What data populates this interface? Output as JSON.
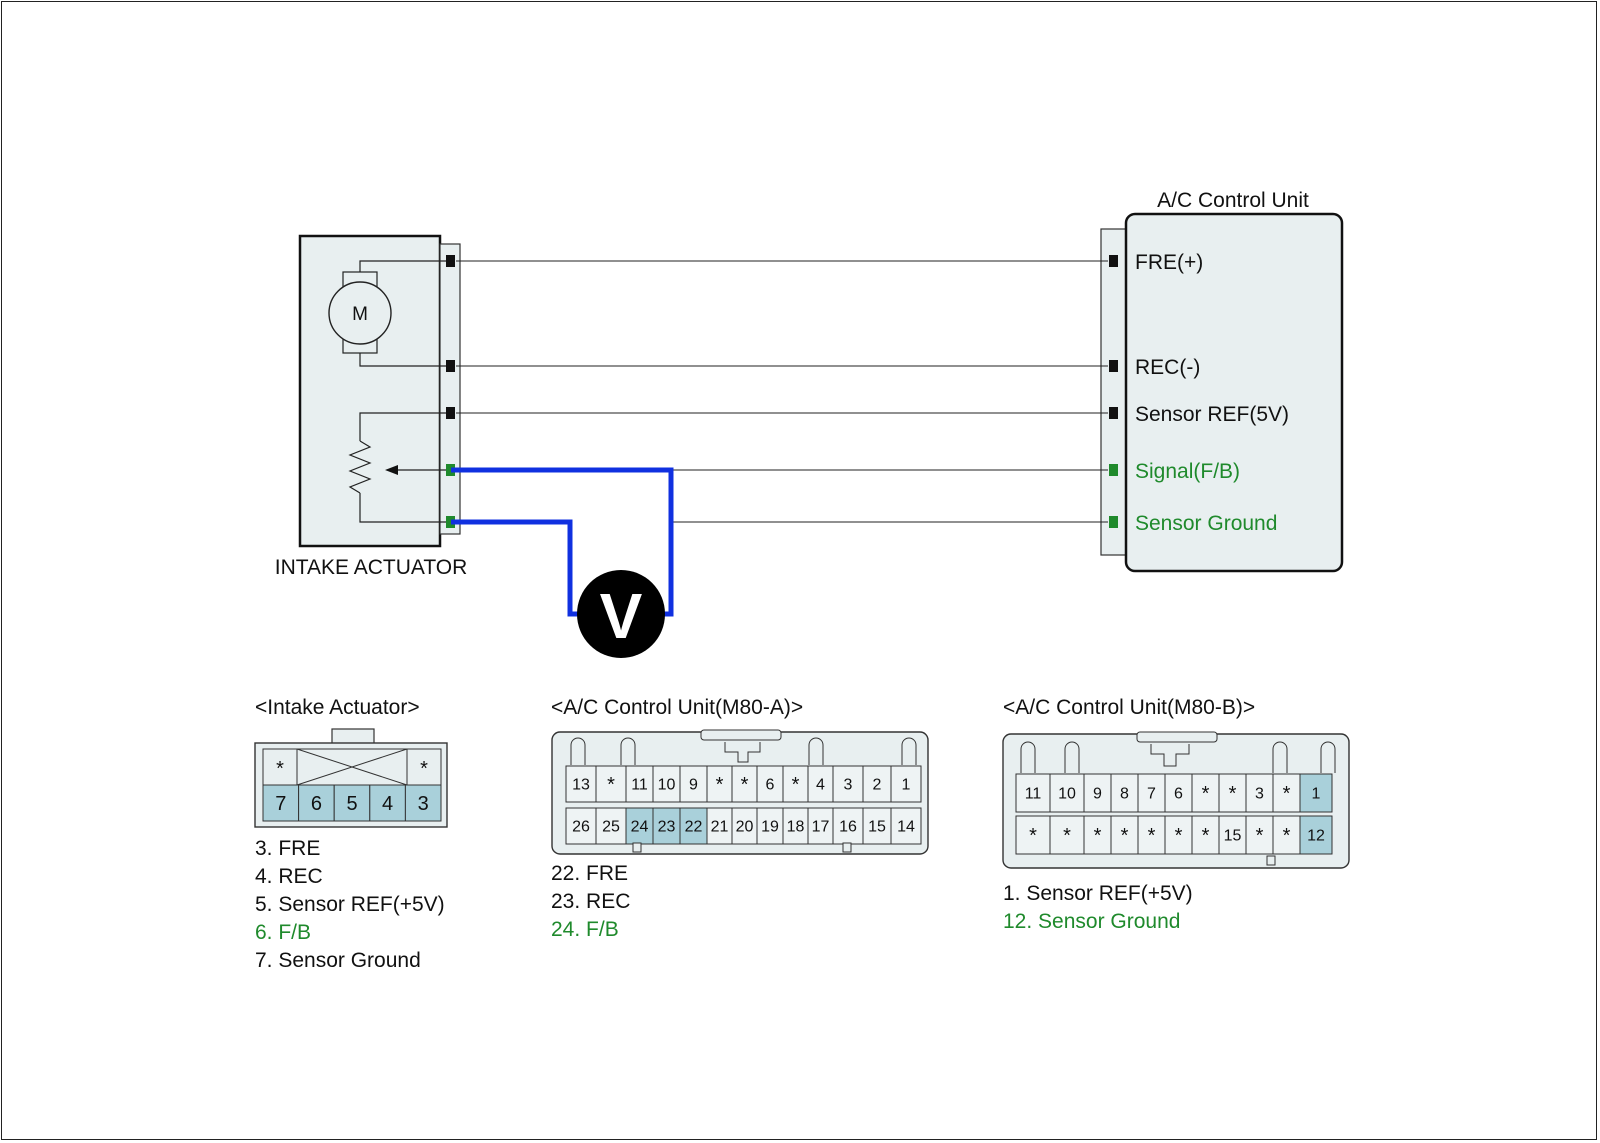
{
  "diagram": {
    "acu_title": "A/C Control Unit",
    "actuator_label": "INTAKE ACTUATOR",
    "motor_symbol": "M",
    "meter_symbol": "V",
    "acu_pins": [
      {
        "label": "FRE(+)",
        "highlight": false
      },
      {
        "label": "REC(-)",
        "highlight": false
      },
      {
        "label": "Sensor REF(5V)",
        "highlight": false
      },
      {
        "label": "Signal(F/B)",
        "highlight": true
      },
      {
        "label": "Sensor Ground",
        "highlight": true
      }
    ]
  },
  "connectors": {
    "intake": {
      "title": "<Intake Actuator>",
      "top_row": [
        "*",
        "*"
      ],
      "bottom_row": [
        "7",
        "6",
        "5",
        "4",
        "3"
      ],
      "legend": [
        {
          "text": "3. FRE",
          "highlight": false
        },
        {
          "text": "4. REC",
          "highlight": false
        },
        {
          "text": "5. Sensor REF(+5V)",
          "highlight": false
        },
        {
          "text": "6. F/B",
          "highlight": true
        },
        {
          "text": "7. Sensor Ground",
          "highlight": false
        }
      ]
    },
    "acu_a": {
      "title": "<A/C Control Unit(M80-A)>",
      "top_row": [
        "13",
        "*",
        "11",
        "10",
        "9",
        "*",
        "*",
        "6",
        "*",
        "4",
        "3",
        "2",
        "1"
      ],
      "bottom_row": [
        "26",
        "25",
        "24",
        "23",
        "22",
        "21",
        "20",
        "19",
        "18",
        "17",
        "16",
        "15",
        "14"
      ],
      "highlighted": [
        "24",
        "23",
        "22"
      ],
      "legend": [
        {
          "text": "22. FRE",
          "highlight": false
        },
        {
          "text": "23. REC",
          "highlight": false
        },
        {
          "text": "24. F/B",
          "highlight": true
        }
      ]
    },
    "acu_b": {
      "title": "<A/C Control Unit(M80-B)>",
      "top_row": [
        "11",
        "10",
        "9",
        "8",
        "7",
        "6",
        "*",
        "*",
        "3",
        "*",
        "1"
      ],
      "bottom_row": [
        "*",
        "*",
        "*",
        "*",
        "*",
        "*",
        "*",
        "15",
        "*",
        "*",
        "12"
      ],
      "highlighted": [
        "1",
        "12"
      ],
      "legend": [
        {
          "text": "1. Sensor REF(+5V)",
          "highlight": false
        },
        {
          "text": "12. Sensor Ground",
          "highlight": true
        }
      ]
    }
  },
  "colors": {
    "wire": "#222222",
    "meter_wire": "#1030e0",
    "highlight_pin": "#a9d0da",
    "box_fill": "#e8eff0",
    "green_text": "#1f8a2c",
    "green_terminal": "#1f8a2c"
  }
}
